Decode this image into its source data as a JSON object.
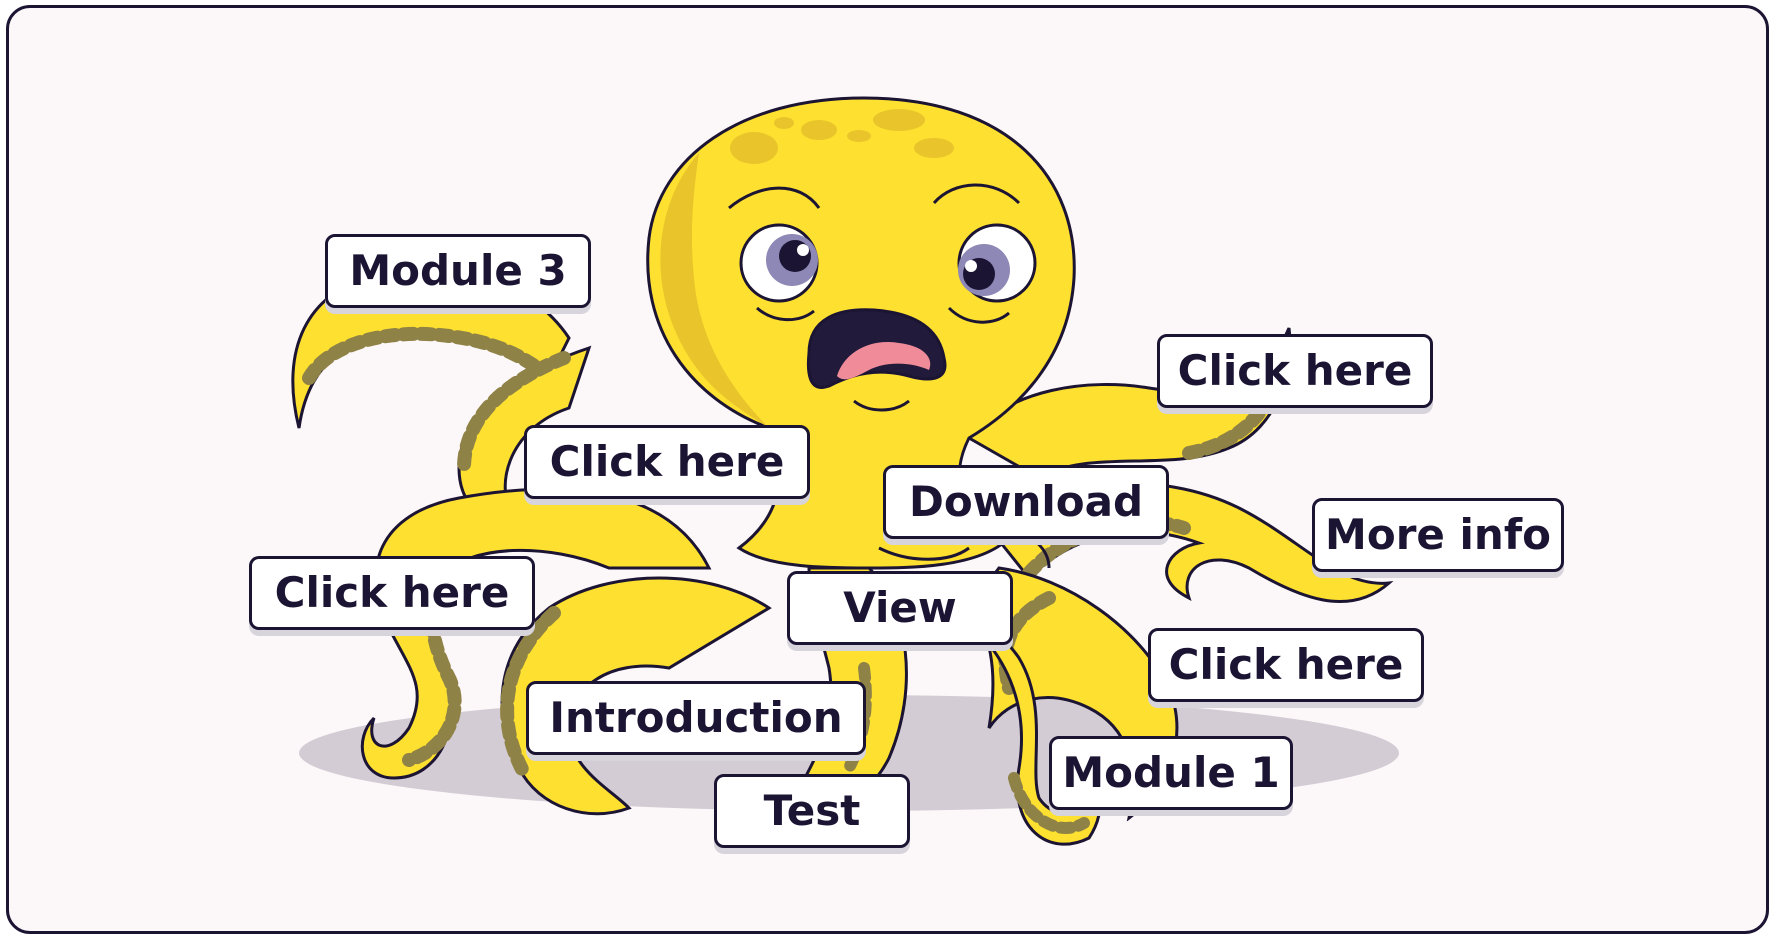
{
  "labels": {
    "module_3": "Module 3",
    "click_here_top_left": "Click here",
    "click_here_top_right": "Click here",
    "download": "Download",
    "more_info": "More info",
    "click_here_left": "Click here",
    "view": "View",
    "click_here_right": "Click here",
    "introduction": "Introduction",
    "module_1": "Module 1",
    "test": "Test"
  },
  "colors": {
    "card_background": "#fcf7f8",
    "outline": "#1c1433",
    "octopus_body": "#fde030",
    "octopus_shade": "#e9c42a",
    "suckers": "#f6e8a6",
    "sucker_band": "#8f8246",
    "tongue": "#f08b99",
    "mouth": "#211a3a",
    "iris": "#8e88b6",
    "floor_shadow": "#d3ccd4",
    "label_background": "#ffffff"
  }
}
